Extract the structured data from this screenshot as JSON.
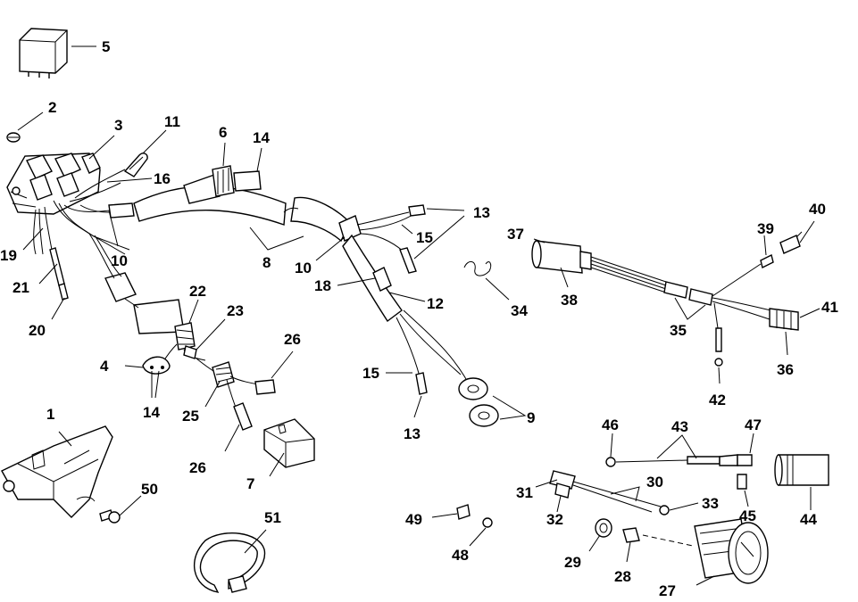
{
  "diagram": {
    "callouts": {
      "c1": "1",
      "c2": "2",
      "c3": "3",
      "c4": "4",
      "c5": "5",
      "c6": "6",
      "c7": "7",
      "c8": "8",
      "c9": "9",
      "c10a": "10",
      "c10b": "10",
      "c11": "11",
      "c12": "12",
      "c13a": "13",
      "c13b": "13",
      "c14a": "14",
      "c14b": "14",
      "c15a": "15",
      "c15b": "15",
      "c16": "16",
      "c18": "18",
      "c19": "19",
      "c20": "20",
      "c21": "21",
      "c22": "22",
      "c23": "23",
      "c25": "25",
      "c26a": "26",
      "c26b": "26",
      "c27": "27",
      "c28": "28",
      "c29": "29",
      "c30": "30",
      "c31": "31",
      "c32": "32",
      "c33": "33",
      "c34": "34",
      "c35": "35",
      "c36": "36",
      "c37": "37",
      "c38": "38",
      "c39": "39",
      "c40": "40",
      "c41": "41",
      "c42": "42",
      "c43": "43",
      "c44": "44",
      "c45": "45",
      "c46": "46",
      "c47": "47",
      "c48": "48",
      "c49": "49",
      "c50": "50",
      "c51": "51"
    }
  }
}
